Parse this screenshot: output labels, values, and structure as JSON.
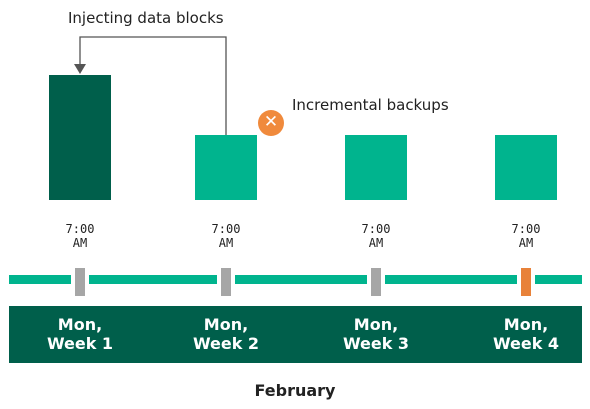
{
  "labels": {
    "injecting": "Injecting data blocks",
    "incremental": "Incremental backups"
  },
  "badge_symbol": "✕",
  "times": [
    {
      "line1": "7:00",
      "line2": "AM"
    },
    {
      "line1": "7:00",
      "line2": "AM"
    },
    {
      "line1": "7:00",
      "line2": "AM"
    },
    {
      "line1": "7:00",
      "line2": "AM"
    }
  ],
  "days": [
    {
      "line1": "Mon,",
      "line2": "Week 1"
    },
    {
      "line1": "Mon,",
      "line2": "Week 2"
    },
    {
      "line1": "Mon,",
      "line2": "Week 3"
    },
    {
      "line1": "Mon,",
      "line2": "Week 4"
    }
  ],
  "month": "February",
  "colors": {
    "full_backup": "#005f4b",
    "incremental": "#00b48e",
    "badge": "#f08a3c",
    "tick": "#a6a6a6",
    "tick_active": "#e8823a"
  }
}
